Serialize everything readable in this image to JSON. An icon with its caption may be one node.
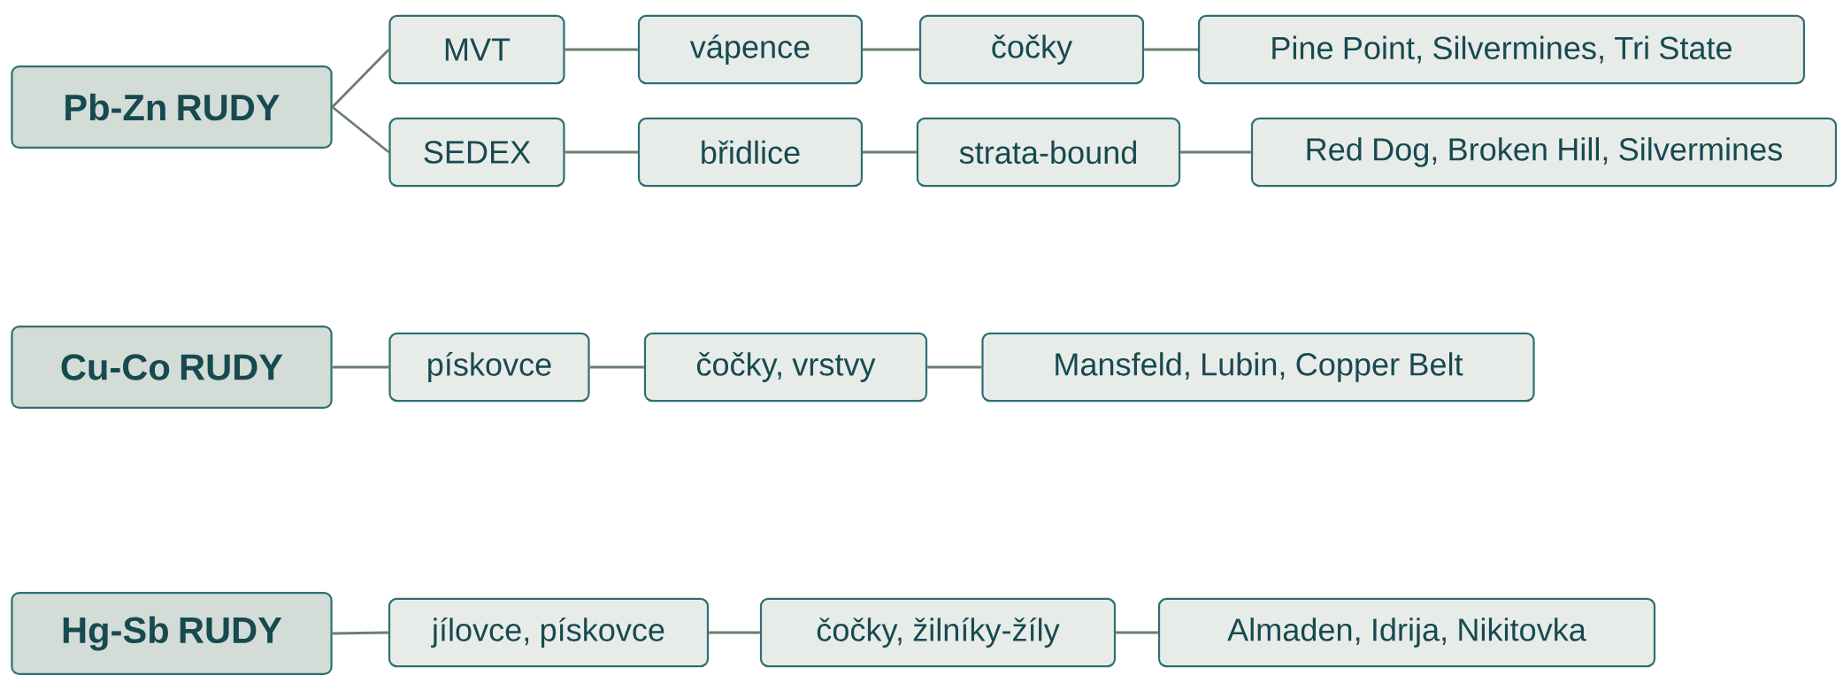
{
  "diagram": {
    "nodes": [
      {
        "text": [
          "Pb-Zn RUDY"
        ]
      },
      {
        "text": [
          "MVT"
        ]
      },
      {
        "text": [
          "vápence"
        ]
      },
      {
        "text": [
          "čočky"
        ]
      },
      {
        "text": [
          "Pine Point, Silvermines, Tri State"
        ]
      },
      {
        "text": [
          "SEDEX"
        ]
      },
      {
        "text": [
          "břidlice"
        ]
      },
      {
        "text": [
          "strata-bound"
        ]
      },
      {
        "text": [
          "Red Dog, Broken Hill, Silvermines"
        ]
      },
      {
        "text": [
          "Cu-Co RUDY"
        ]
      },
      {
        "text": [
          "pískovce"
        ]
      },
      {
        "text": [
          "čočky, vrstvy"
        ]
      },
      {
        "text": [
          "Mansfeld, Lubin, Copper Belt"
        ]
      },
      {
        "text": [
          "Hg-Sb RUDY"
        ]
      },
      {
        "text": [
          "jílovce, pískovce"
        ]
      },
      {
        "text": [
          "čočky, žilníky-žíly"
        ]
      },
      {
        "text": [
          "Almaden, Idrija, Nikitovka"
        ]
      }
    ],
    "edges": [
      {
        "from": 0,
        "to": 1,
        "arrow": "none"
      },
      {
        "from": 1,
        "to": 2,
        "arrow": "none"
      },
      {
        "from": 2,
        "to": 3,
        "arrow": "none"
      },
      {
        "from": 3,
        "to": 4,
        "arrow": "none"
      },
      {
        "from": 0,
        "to": 5,
        "arrow": "none"
      },
      {
        "from": 5,
        "to": 6,
        "arrow": "none"
      },
      {
        "from": 6,
        "to": 7,
        "arrow": "none"
      },
      {
        "from": 7,
        "to": 8,
        "arrow": "none"
      },
      {
        "from": 9,
        "to": 10,
        "arrow": "none"
      },
      {
        "from": 10,
        "to": 11,
        "arrow": "none"
      },
      {
        "from": 11,
        "to": 12,
        "arrow": "none"
      },
      {
        "from": 13,
        "to": 14,
        "arrow": "none"
      },
      {
        "from": 14,
        "to": 15,
        "arrow": "none"
      },
      {
        "from": 15,
        "to": 16,
        "arrow": "none"
      }
    ]
  }
}
